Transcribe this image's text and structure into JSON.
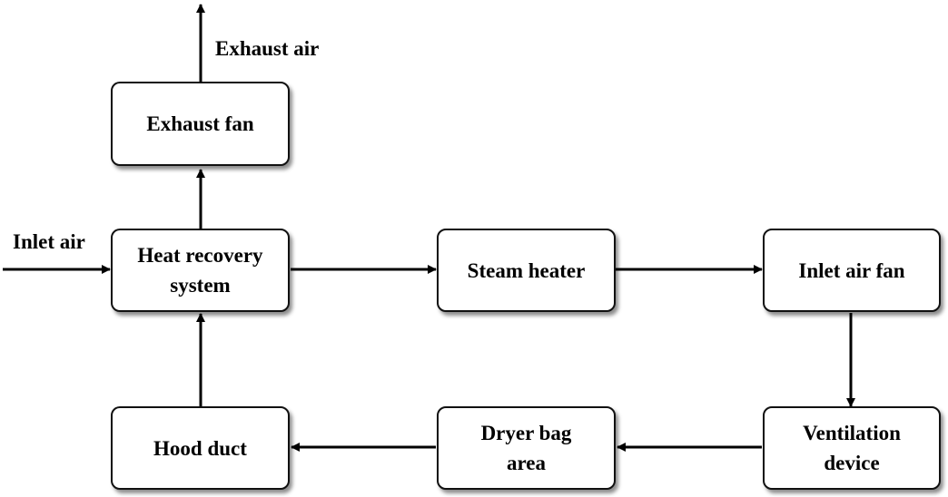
{
  "diagram": {
    "nodes": {
      "exhaust_fan": "Exhaust fan",
      "heat_recovery": "Heat recovery system",
      "steam_heater": "Steam heater",
      "inlet_air_fan": "Inlet air fan",
      "ventilation_device": "Ventilation device",
      "dryer_bag_area": "Dryer bag area",
      "hood_duct": "Hood duct"
    },
    "labels": {
      "exhaust_air": "Exhaust air",
      "inlet_air": "Inlet air"
    },
    "edges": [
      {
        "from": "inlet_air",
        "to": "heat_recovery"
      },
      {
        "from": "heat_recovery",
        "to": "exhaust_fan"
      },
      {
        "from": "exhaust_fan",
        "to": "exhaust_air"
      },
      {
        "from": "heat_recovery",
        "to": "steam_heater"
      },
      {
        "from": "steam_heater",
        "to": "inlet_air_fan"
      },
      {
        "from": "inlet_air_fan",
        "to": "ventilation_device"
      },
      {
        "from": "ventilation_device",
        "to": "dryer_bag_area"
      },
      {
        "from": "dryer_bag_area",
        "to": "hood_duct"
      },
      {
        "from": "hood_duct",
        "to": "heat_recovery"
      }
    ],
    "colors": {
      "line": "#000000",
      "box_border": "#111111",
      "box_fill": "#ffffff"
    }
  }
}
